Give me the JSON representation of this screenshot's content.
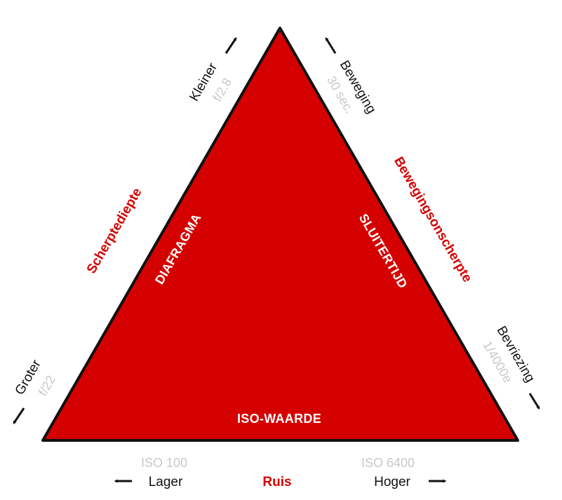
{
  "colors": {
    "triangle_fill": "#d50000",
    "triangle_stroke": "#111111",
    "inside_text": "#ffffff",
    "accent_text": "#d50000",
    "dark_text": "#111111",
    "muted_text": "#c8c8c8"
  },
  "triangle": {
    "left_side_label": "DIAFRAGMA",
    "right_side_label": "SLUITERTIJD",
    "bottom_label": "ISO-WAARDE"
  },
  "aperture": {
    "effect": "Scherptediepte",
    "top_direction": "Kleiner",
    "top_value": "f/2.8",
    "bottom_direction": "Groter",
    "bottom_value": "f/22"
  },
  "shutter": {
    "effect": "Bewegingsonscherpte",
    "top_direction": "Beweging",
    "top_value": "30 sec.",
    "bottom_direction": "Bevriezing",
    "bottom_value": "1/4000e"
  },
  "iso": {
    "effect": "Ruis",
    "left_direction": "Lager",
    "left_value": "ISO 100",
    "right_direction": "Hoger",
    "right_value": "ISO 6400"
  },
  "icons": {
    "arrow": "arrow-icon"
  }
}
